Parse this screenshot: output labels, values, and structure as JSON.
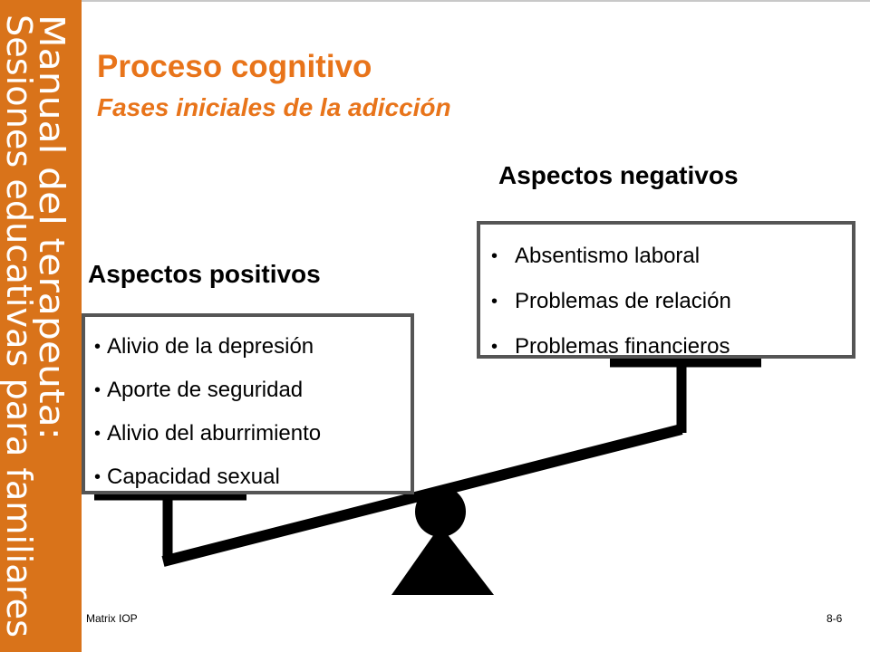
{
  "sidebar": {
    "line1": "Manual del terapeuta:",
    "line2": "Sesiones educativas para familiares"
  },
  "slide": {
    "title": "Proceso cognitivo",
    "subtitle": "Fases iniciales de la adicción"
  },
  "negative": {
    "heading": "Aspectos negativos",
    "bullet": "•",
    "items": [
      "Absentismo laboral",
      "Problemas de relación",
      "Problemas financieros"
    ]
  },
  "positive": {
    "heading": "Aspectos positivos",
    "bullet": "•",
    "items": [
      "Alivio de la depresión",
      "Aporte de seguridad",
      "Alivio del aburrimiento",
      "Capacidad sexual"
    ]
  },
  "footer": {
    "left": "Matrix IOP",
    "right": "8-6"
  },
  "colors": {
    "sidebar": "#d9731a",
    "accent": "#e8741a",
    "box_border": "#555555"
  }
}
